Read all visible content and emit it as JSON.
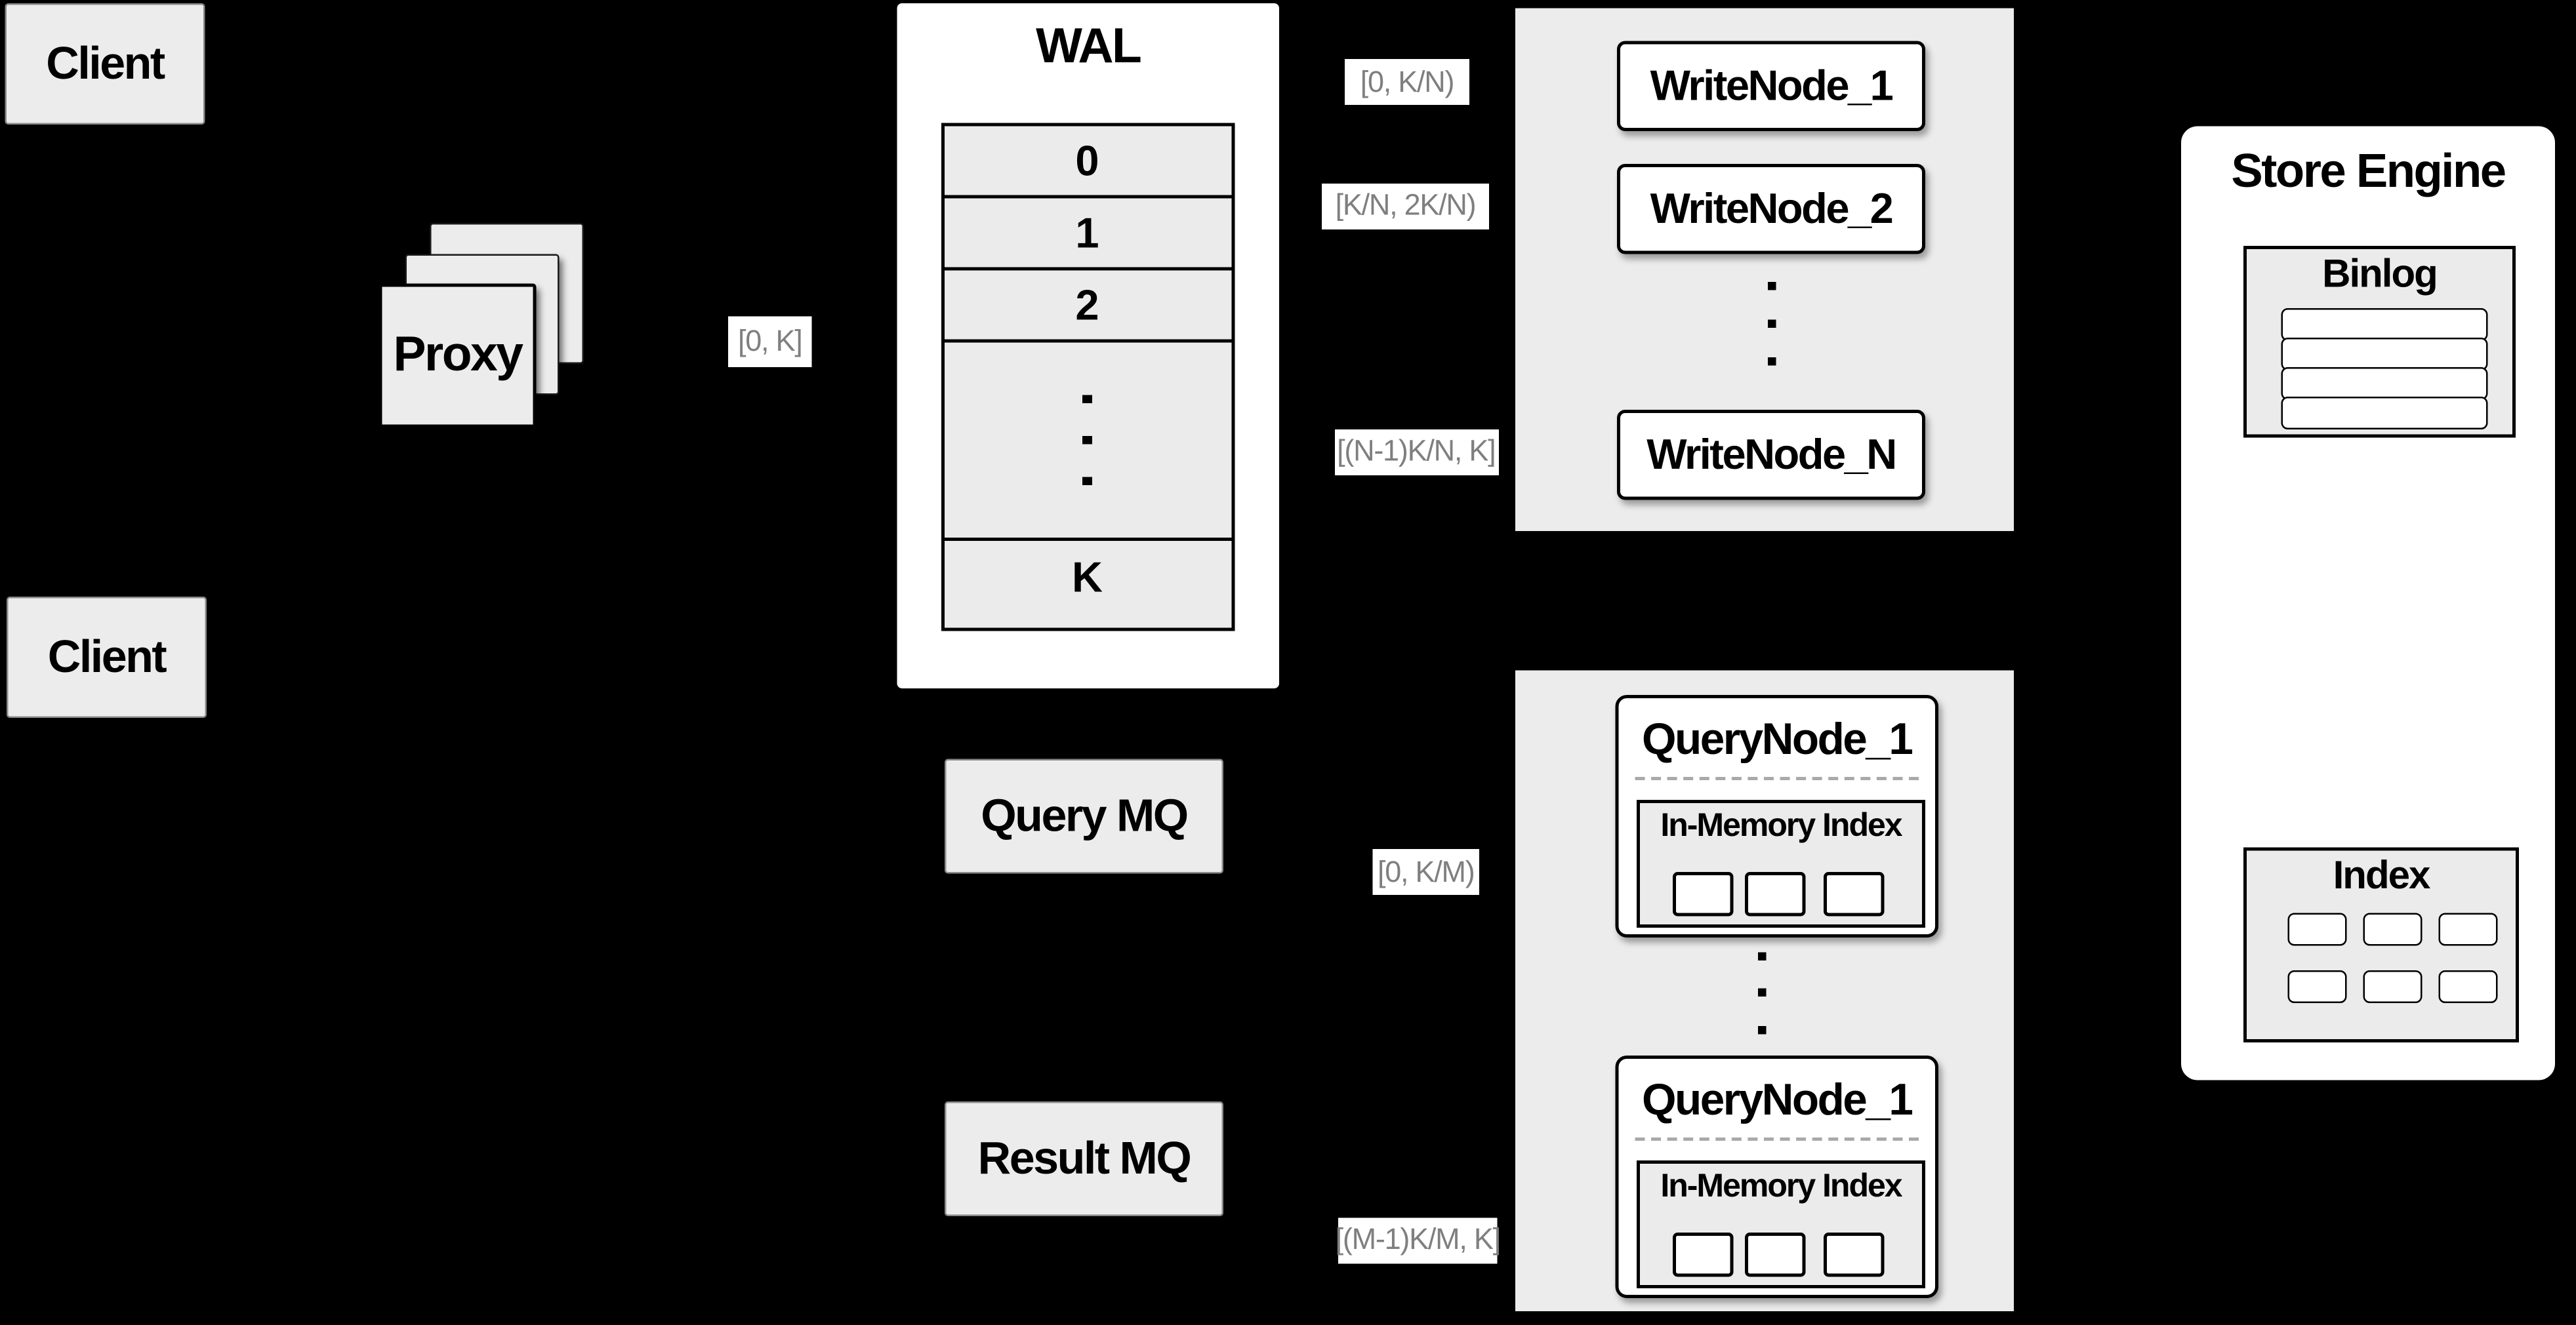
{
  "colors": {
    "background": "#000000",
    "panel_gray": "#ececec",
    "cell_gray": "#ebebeb",
    "white": "#ffffff",
    "label_text_gray": "#7f7f7f",
    "line_black": "#000000"
  },
  "clients": {
    "top": "Client",
    "bottom": "Client"
  },
  "proxy": {
    "label": "Proxy"
  },
  "range_labels": {
    "proxy_to_wal": "[0, K]",
    "write_1": "[0,  K/N)",
    "write_2": "[K/N, 2K/N)",
    "write_n": "[(N-1)K/N,  K]",
    "query_1": "[0, K/M)",
    "query_m": "[(M-1)K/M, K]"
  },
  "wal": {
    "title": "WAL",
    "rows": [
      "0",
      "1",
      "2"
    ],
    "row_k": "K"
  },
  "write_nodes": {
    "node_1": "WriteNode_1",
    "node_2": "WriteNode_2",
    "node_n": "WriteNode_N"
  },
  "query_nodes": {
    "node_1": {
      "title": "QueryNode_1",
      "inner": "In-Memory Index"
    },
    "node_2": {
      "title": "QueryNode_1",
      "inner": "In-Memory Index"
    }
  },
  "mq": {
    "query": "Query MQ",
    "result": "Result MQ"
  },
  "store_engine": {
    "title": "Store Engine",
    "binlog": "Binlog",
    "index": "Index"
  }
}
